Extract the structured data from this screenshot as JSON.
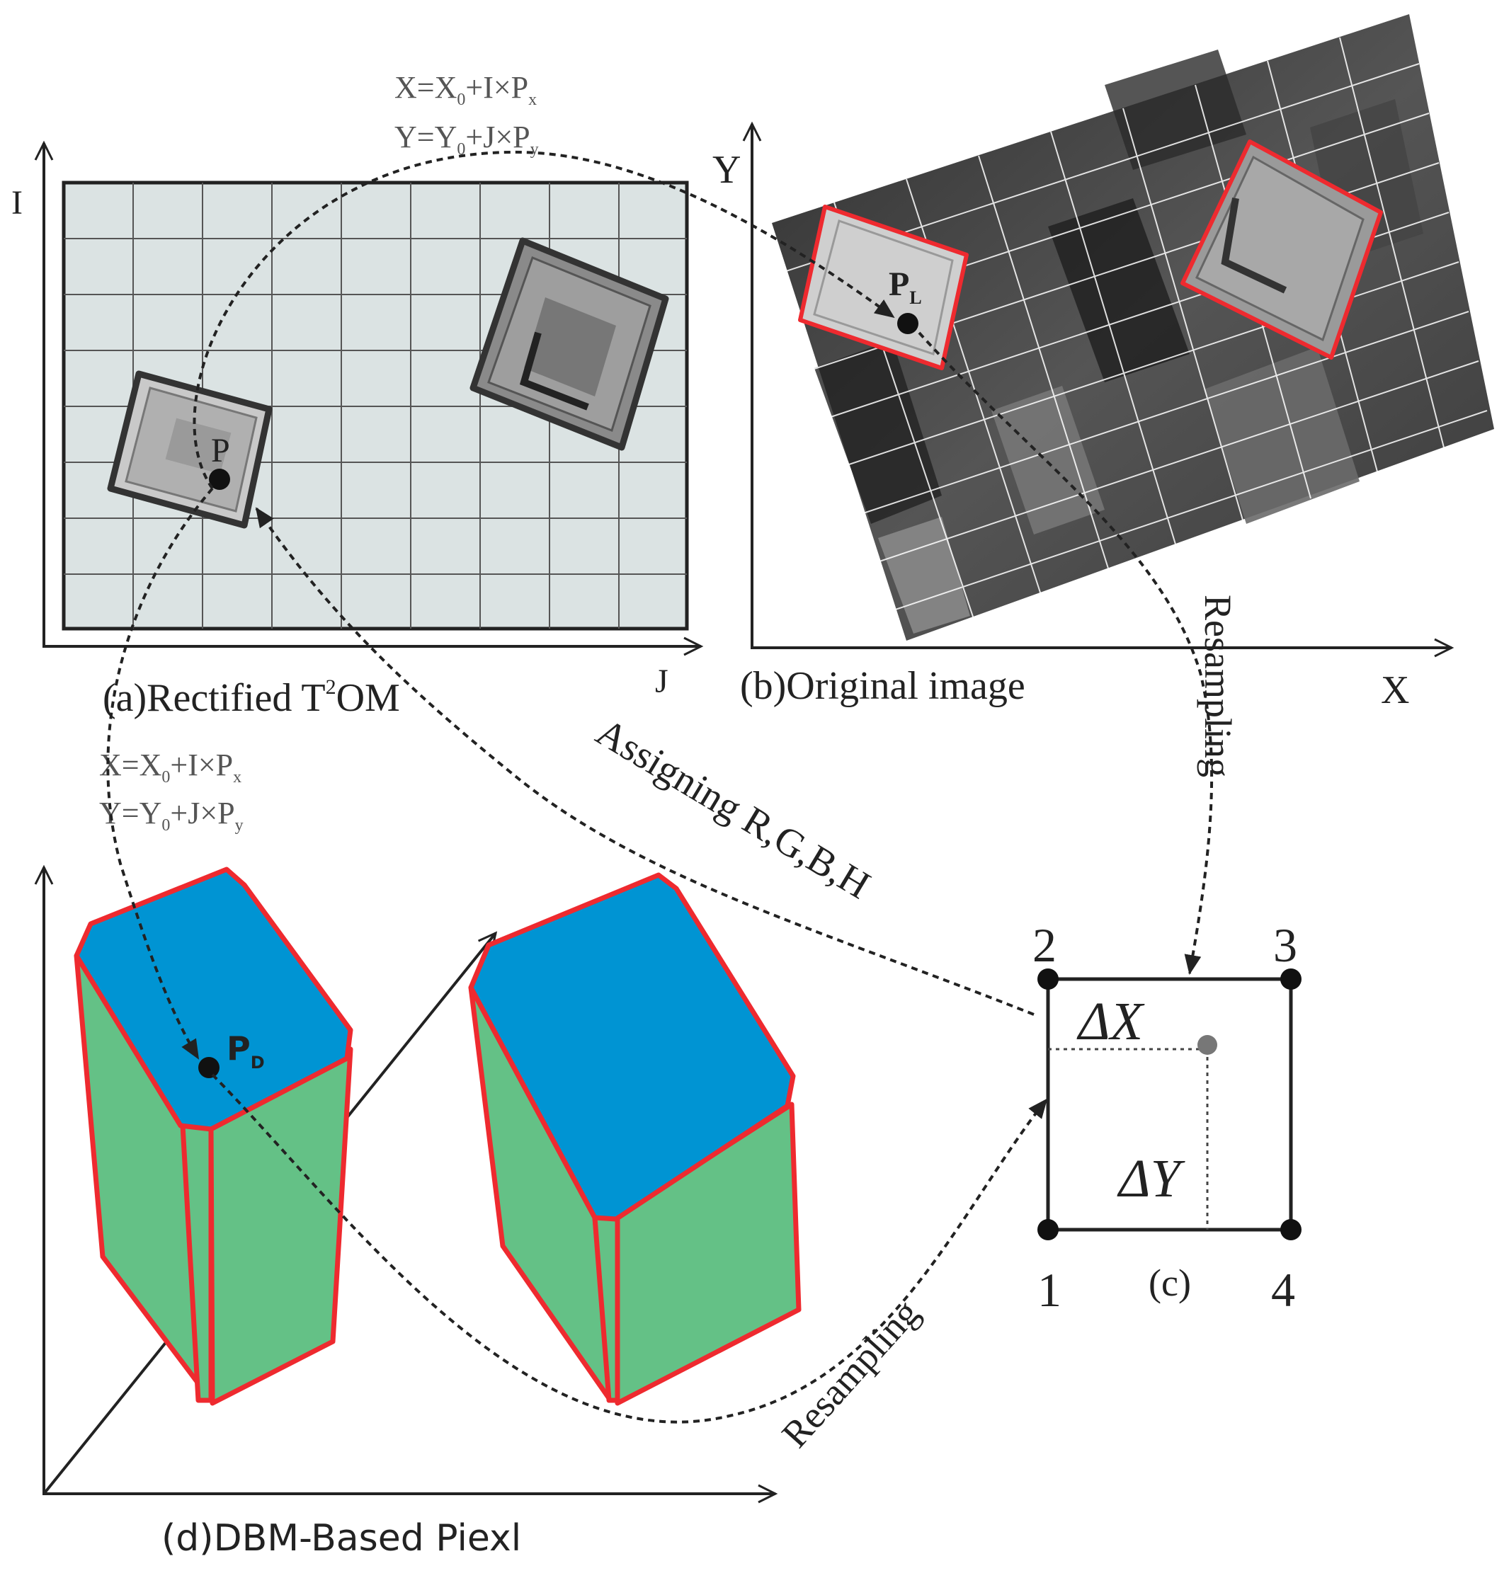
{
  "panel_a": {
    "caption": "(a)Rectified T",
    "caption_sup": "2",
    "caption_end": "OM",
    "axis_vertical": "I",
    "axis_horizontal": "J",
    "point_label": "P"
  },
  "panel_b": {
    "caption": "(b)Original image",
    "axis_vertical": "Y",
    "axis_horizontal": "X",
    "point_label": "P",
    "point_sub": "L"
  },
  "panel_c": {
    "caption": "(c)",
    "corner_1": "1",
    "corner_2": "2",
    "corner_3": "3",
    "corner_4": "4",
    "delta_x": "ΔX",
    "delta_y": "ΔY"
  },
  "panel_d": {
    "caption": "(d)DBM-Based Piexl",
    "point_label": "P",
    "point_sub": "D"
  },
  "formula_top": {
    "x_lhs": "X=X",
    "x_sub": "0",
    "x_mid": "+I×P",
    "x_sub2": "x",
    "y_lhs": "Y=Y",
    "y_sub": "0",
    "y_mid": "+J×P",
    "y_sub2": "y"
  },
  "formula_left": {
    "x_lhs": "X=X",
    "x_sub": "0",
    "x_mid": "+I×P",
    "x_sub2": "x",
    "y_lhs": "Y=Y",
    "y_sub": "0",
    "y_mid": "+J×P",
    "y_sub2": "y"
  },
  "arrow_labels": {
    "assigning": "Assigning R,G,B,H",
    "resampling_right": "Resampling",
    "resampling_bottom": "Resampling"
  },
  "colors": {
    "grid_bg": "#dbe3e3",
    "roof_blue": "#0094d3",
    "wall_green": "#64c186",
    "outline_red": "#ee2a2f",
    "photo_dark": "#3a3a3a"
  }
}
